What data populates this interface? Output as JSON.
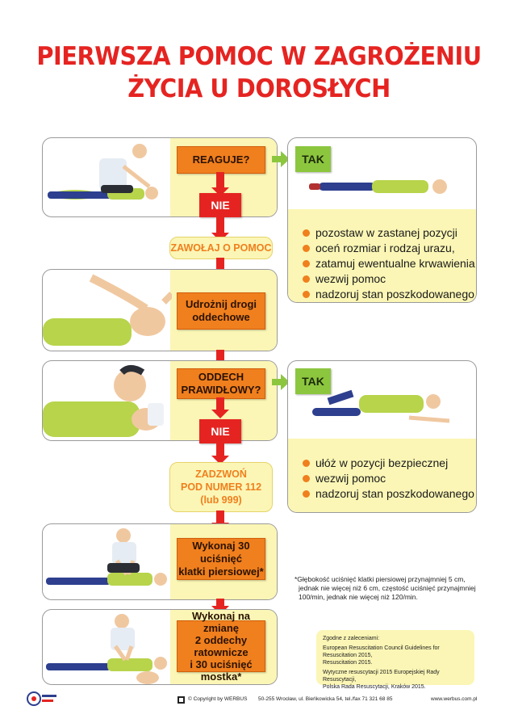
{
  "title": {
    "line1": "PIERWSZA POMOC W ZAGROŻENIU",
    "line2": "ŻYCIA U DOROSŁYCH"
  },
  "steps": {
    "reaguje": "REAGUJE?",
    "nie1": "NIE",
    "wzywaj": "ZAWOŁAJ O POMOC",
    "udroznij_l1": "Udrożnij drogi",
    "udroznij_l2": "oddechowe",
    "oddech_l1": "ODDECH",
    "oddech_l2": "PRAWIDŁOWY?",
    "nie2": "NIE",
    "zadzwon_l1": "ZADZWOŃ",
    "zadzwon_l2": "POD NUMER 112",
    "zadzwon_l3": "(lub 999)",
    "ucisk_l1": "Wykonaj 30 uciśnięć",
    "ucisk_l2": "klatki piersiowej*",
    "zmiana_l1": "Wykonaj na zmianę",
    "zmiana_l2": "2 oddechy ratownicze",
    "zmiana_l3": "i 30 uciśnięć mostka*"
  },
  "tak1": {
    "label": "TAK",
    "bullets": [
      "pozostaw w zastanej pozycji",
      "oceń rozmiar i rodzaj urazu,",
      "zatamuj ewentualne krwawienia",
      "wezwij pomoc",
      "nadzoruj stan poszkodowanego"
    ]
  },
  "tak2": {
    "label": "TAK",
    "bullets": [
      "ułóż w pozycji bezpiecznej",
      "wezwij pomoc",
      "nadzoruj stan poszkodowanego"
    ]
  },
  "footnote": {
    "l1": "*Głębokość uciśnięć klatki piersiowej przynajmniej 5 cm,",
    "l2": "jednak nie więcej niż 6 cm, częstość uciśnięć przynajmniej",
    "l3": "100/min, jednak nie więcej niż 120/min."
  },
  "guidelines": {
    "head": "Zgodne z zaleceniami:",
    "l1": "European Resuscitation Council Guidelines for Resuscitation 2015,",
    "l2": "Resuscitation 2015.",
    "l3": "Wytyczne resuscytacji 2015 Europejskiej Rady Resuscytacji,",
    "l4": "Polska Rada Resuscytacji, Kraków 2015."
  },
  "footer": {
    "copyright": "© Copyright by WERBUS",
    "address": "50-255 Wrocław, ul. Bieńkowicka 54, tel./fax 71 321 68 85",
    "web": "www.werbus.com.pl"
  },
  "colors": {
    "red": "#e52421",
    "orange": "#f07f1e",
    "green": "#8cc63f",
    "yellow": "#fbf6b5"
  }
}
